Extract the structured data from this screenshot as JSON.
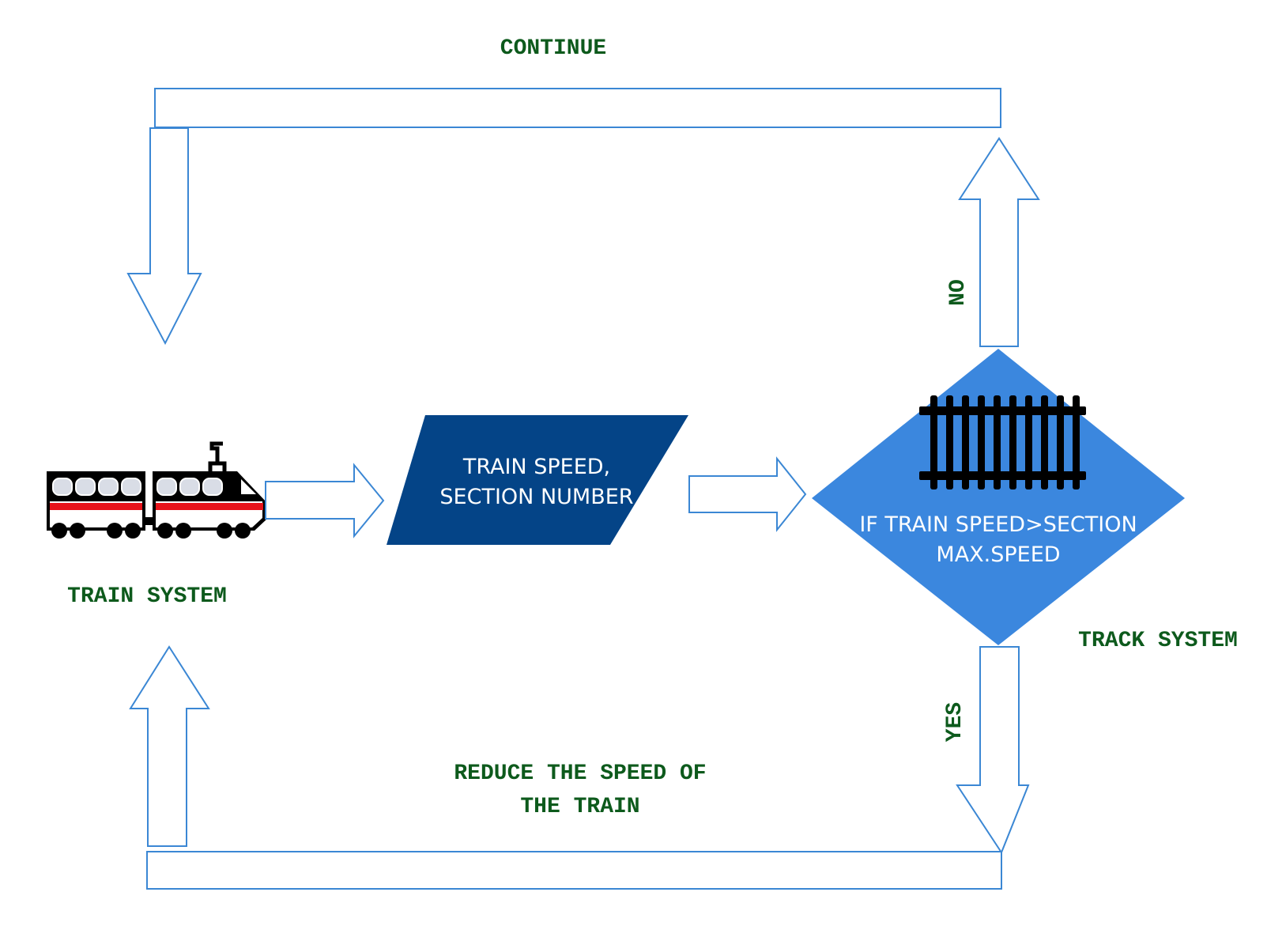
{
  "nodes": {
    "train_system": {
      "label": "TRAIN SYSTEM",
      "icon": "train-icon"
    },
    "input": {
      "line1": "TRAIN SPEED,",
      "line2": "SECTION NUMBER"
    },
    "decision": {
      "line1": "IF TRAIN SPEED>SECTION",
      "line2": "MAX.SPEED",
      "icon": "railway-track-icon"
    },
    "track_system": {
      "label": "TRACK SYSTEM"
    }
  },
  "edges": {
    "continue_label": "CONTINUE",
    "no_label": "NO",
    "yes_label": "YES",
    "reduce_line1": "REDUCE THE SPEED OF",
    "reduce_line2": "THE TRAIN"
  },
  "colors": {
    "parallelogram": "#044487",
    "diamond": "#3b87de",
    "arrow_stroke": "#3b87d4",
    "label_green": "#0d5a1c",
    "train_stripe": "#e8131b"
  }
}
